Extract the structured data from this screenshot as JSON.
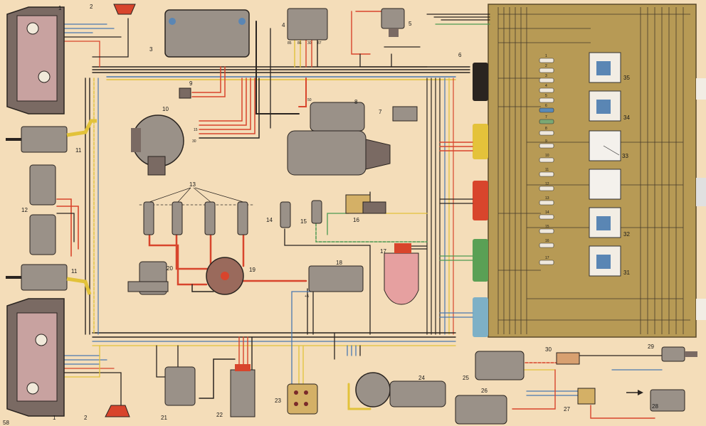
{
  "page_number": "58",
  "labels": {
    "headlamp_upper": "1",
    "headlamp_lower": "1",
    "horn_switch_upper": "2",
    "horn_switch_lower": "2",
    "ignition_module": "3",
    "relay_top": "4",
    "relay_switch_5": "5",
    "connector_6": "6",
    "brake_switch_7": "7",
    "starter": "8",
    "oil_sensor_9": "9",
    "generator": "10",
    "fog_lamp_upper": "11",
    "fog_lamp_lower": "11",
    "horns": "12",
    "spark_plugs": "13",
    "sensor_14": "14",
    "sensor_15": "15",
    "carburetor_valve": "16",
    "wiper_washer_17": "17",
    "ignition_coil": "18",
    "distributor": "19",
    "regulator_20": "20",
    "relay_21": "21",
    "connector_22": "22",
    "socket_23": "23",
    "wiper_motor": "24",
    "washer_pump_25": "25",
    "motor_26": "26",
    "switch_27": "27",
    "sensor_28": "28",
    "sensor_29": "29",
    "resistor_30": "30",
    "relay_31": "31",
    "relay_32": "32",
    "relay_33": "33",
    "relay_34": "34",
    "relay_35": "35",
    "generator_terminal": "30",
    "generator_terminal_b": "15",
    "starter_terminal": "50",
    "relay_pins": [
      "85",
      "86",
      "30",
      "87"
    ],
    "coil_terminal": "+Б"
  },
  "fuses": [
    "1",
    "2",
    "3",
    "4",
    "5",
    "6",
    "7",
    "8",
    "9",
    "10",
    "11",
    "12",
    "13",
    "14",
    "15",
    "16",
    "17"
  ],
  "colors": {
    "background": "#f4ddb9",
    "fuse_box": "#b79a55",
    "wire_red": "#d8452c",
    "wire_black": "#2a2420",
    "wire_green": "#4c9a52",
    "wire_yellow": "#e2c23a",
    "wire_blue": "#4a78b0",
    "component_grey": "#9a9188",
    "connector_yellow": "#e4c23a",
    "connector_red": "#d8452c",
    "connector_green": "#5aa055",
    "connector_blue": "#7eb0c6"
  }
}
